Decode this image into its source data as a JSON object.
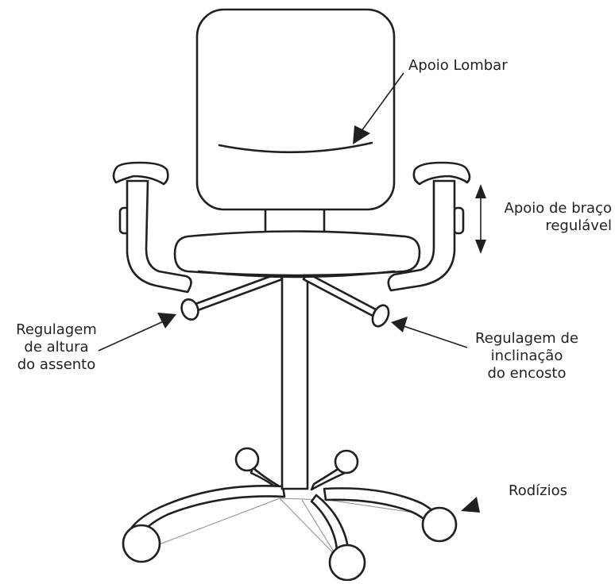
{
  "diagram": {
    "colors": {
      "ink": "#231f20",
      "background": "#ffffff"
    },
    "labels": {
      "lumbar": [
        "Apoio Lombar"
      ],
      "armrest": [
        "Apoio de braço",
        "regulável"
      ],
      "seat_height": [
        "Regulagem",
        "de altura",
        "do assento"
      ],
      "backrest_tilt": [
        "Regulagem de",
        "inclinação",
        "do encosto"
      ],
      "casters": [
        "Rodízios"
      ]
    }
  }
}
